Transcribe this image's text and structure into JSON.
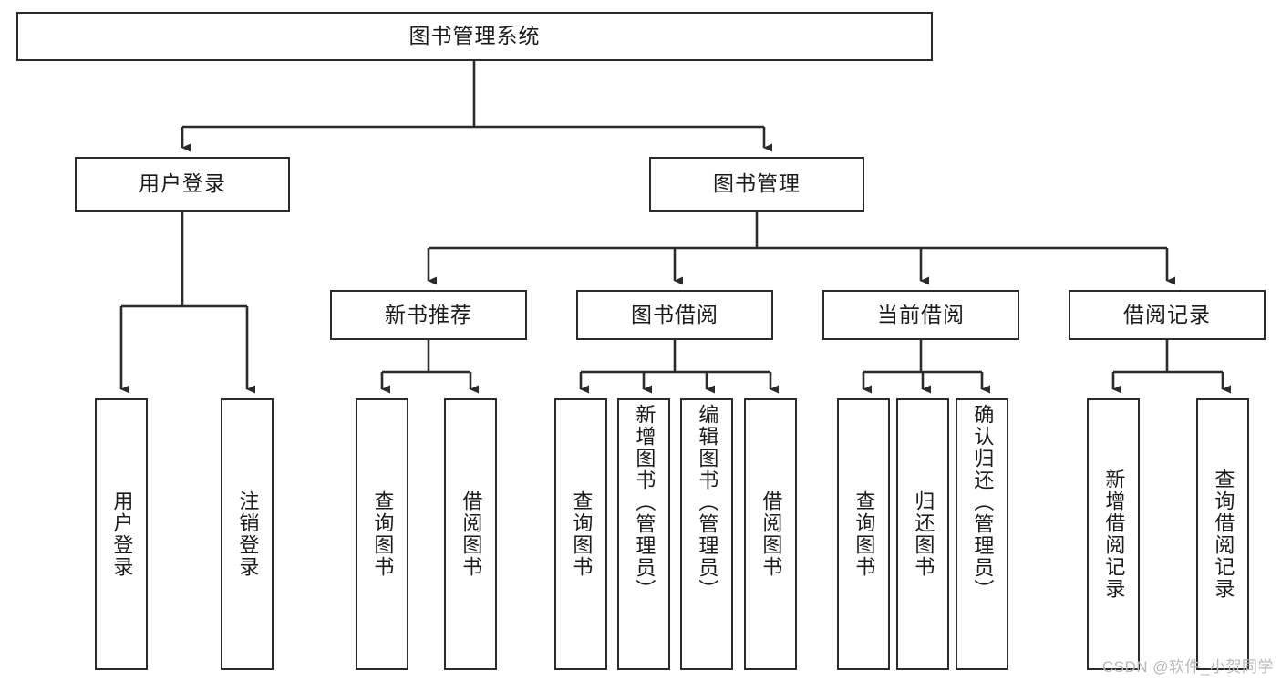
{
  "diagram": {
    "type": "tree-hierarchy",
    "title": "图书管理系统",
    "watermark": "CSDN @软件_小贺同学",
    "colors": {
      "box_border": "#2b2b2b",
      "box_fill": "#ffffff",
      "connector": "#2b2b2b",
      "text": "#1b1b1b",
      "watermark": "#b9b9b9",
      "background": "#ffffff"
    },
    "root": {
      "id": "root",
      "label": "图书管理系统"
    },
    "level2": [
      {
        "id": "user-login",
        "label": "用户登录"
      },
      {
        "id": "book-management",
        "label": "图书管理"
      }
    ],
    "level3": [
      {
        "id": "new-book-recommend",
        "label": "新书推荐",
        "parent": "book-management"
      },
      {
        "id": "book-borrow",
        "label": "图书借阅",
        "parent": "book-management"
      },
      {
        "id": "current-borrow",
        "label": "当前借阅",
        "parent": "book-management"
      },
      {
        "id": "borrow-record",
        "label": "借阅记录",
        "parent": "book-management"
      }
    ],
    "leaves": {
      "user-login": [
        {
          "id": "leaf-user-login",
          "label": "用户登录"
        },
        {
          "id": "leaf-user-logout",
          "label": "注销登录"
        }
      ],
      "new-book-recommend": [
        {
          "id": "leaf-query-book-1",
          "label": "查询图书"
        },
        {
          "id": "leaf-borrow-book-1",
          "label": "借阅图书"
        }
      ],
      "book-borrow": [
        {
          "id": "leaf-query-book-2",
          "label": "查询图书"
        },
        {
          "id": "leaf-add-book",
          "label": "新增图书（管理员）"
        },
        {
          "id": "leaf-edit-book",
          "label": "编辑图书（管理员）"
        },
        {
          "id": "leaf-borrow-book-2",
          "label": "借阅图书"
        }
      ],
      "current-borrow": [
        {
          "id": "leaf-query-book-3",
          "label": "查询图书"
        },
        {
          "id": "leaf-return-book",
          "label": "归还图书"
        },
        {
          "id": "leaf-confirm-return",
          "label": "确认归还（管理员）"
        }
      ],
      "borrow-record": [
        {
          "id": "leaf-add-record",
          "label": "新增借阅记录"
        },
        {
          "id": "leaf-query-record",
          "label": "查询借阅记录"
        }
      ]
    }
  }
}
